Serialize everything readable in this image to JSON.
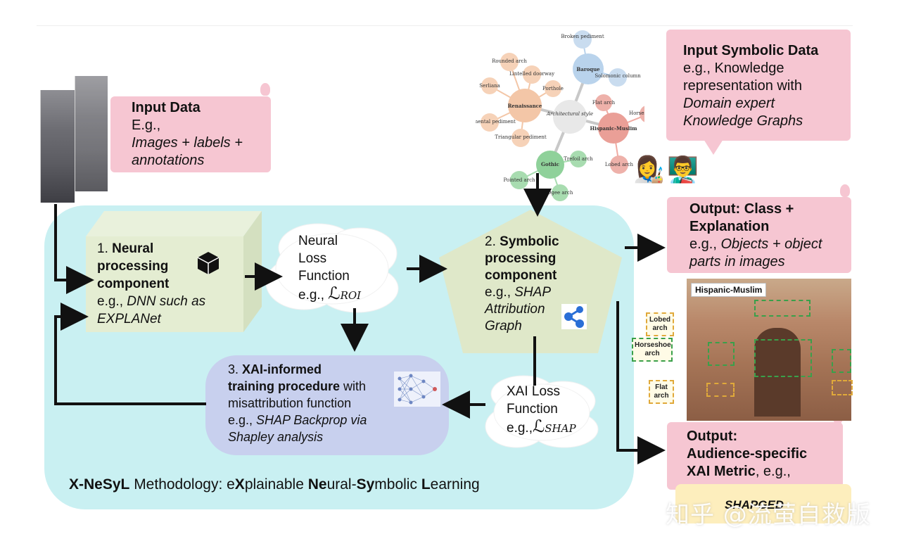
{
  "input_data": {
    "title": "Input Data",
    "line1": "E.g.,",
    "line2": "Images + labels +",
    "line3": "annotations"
  },
  "input_symbolic": {
    "title": "Input Symbolic Data",
    "line1": "e.g., Knowledge",
    "line2": "representation with",
    "line3": "Domain expert",
    "line4": "Knowledge Graphs"
  },
  "neural": {
    "num": "1.",
    "title1": "Neural",
    "title2": "processing",
    "title3": "component",
    "eg1": "e.g., ",
    "eg1_it": "DNN such as",
    "eg2": "EXPLANet"
  },
  "neural_loss": {
    "line1": "Neural",
    "line2": "Loss",
    "line3": "Function",
    "eg": "e.g.,",
    "formula": "ℒ",
    "sub": "ROI"
  },
  "symbolic": {
    "num": "2.",
    "title1": "Symbolic",
    "title2": "processing",
    "title3": "component",
    "eg": "e.g., ",
    "eg_it1": "SHAP",
    "eg_it2": "Attribution",
    "eg_it3": "Graph"
  },
  "xai_loss": {
    "line1": "XAI Loss",
    "line2": "Function",
    "eg": "e.g.,",
    "formula": "ℒ",
    "sub": "SHAP"
  },
  "xai": {
    "num": "3.",
    "title1": "XAI-informed",
    "title2": "training procedure",
    "with": " with",
    "line3": "misattribution function",
    "eg": "e.g., ",
    "eg_it1": "SHAP Backprop via",
    "eg_it2": "Shapley analysis"
  },
  "output_class": {
    "title1": "Output: Class +",
    "title2": "Explanation",
    "eg": "e.g., ",
    "eg_it1": "Objects + object",
    "eg_it2": "parts in images"
  },
  "output_audience": {
    "title1": "Output:",
    "title2": "Audience-specific",
    "title3": "XAI Metric",
    "tail": ", e.g.,"
  },
  "methodology": {
    "a": "X-NeSyL",
    "b": " Methodology: e",
    "c": "X",
    "d": "plainable ",
    "e": "Ne",
    "f": "ural-",
    "g": "Sy",
    "h": "mbolic ",
    "i": "L",
    "j": "earning"
  },
  "photo_labels": {
    "header": "Hispanic-Muslim",
    "lobed": "Lobed arch",
    "horseshoe": "Horseshoe arch",
    "flat": "Flat arch"
  },
  "knowledge_graph": {
    "center": "Architectural style",
    "baroque": "Baroque",
    "broken": "Broken pediment",
    "solomonic": "Solomonic column",
    "renaissance": "Renaissance",
    "rounded": "Rounded arch",
    "lintelled": "Lintelled doorway",
    "serliana": "Serliana",
    "porthole": "Porthole",
    "segmental": "Segmental pediment",
    "triangular": "Triangular pediment",
    "hispanic": "Hispanic-Muslim",
    "flat": "Flat arch",
    "horseshoe": "Horseshoe arch",
    "lobed": "Lobed arch",
    "gothic": "Gothic",
    "trefoil": "Trefoil arch",
    "pointed": "Pointed arch",
    "ogee": "Ogee arch"
  },
  "emojis": {
    "artist": "👩‍🎨",
    "teacher": "👨‍🏫"
  },
  "watermark": {
    "text": "知乎 @流萤自救版",
    "shaped": "SHAPGED"
  }
}
